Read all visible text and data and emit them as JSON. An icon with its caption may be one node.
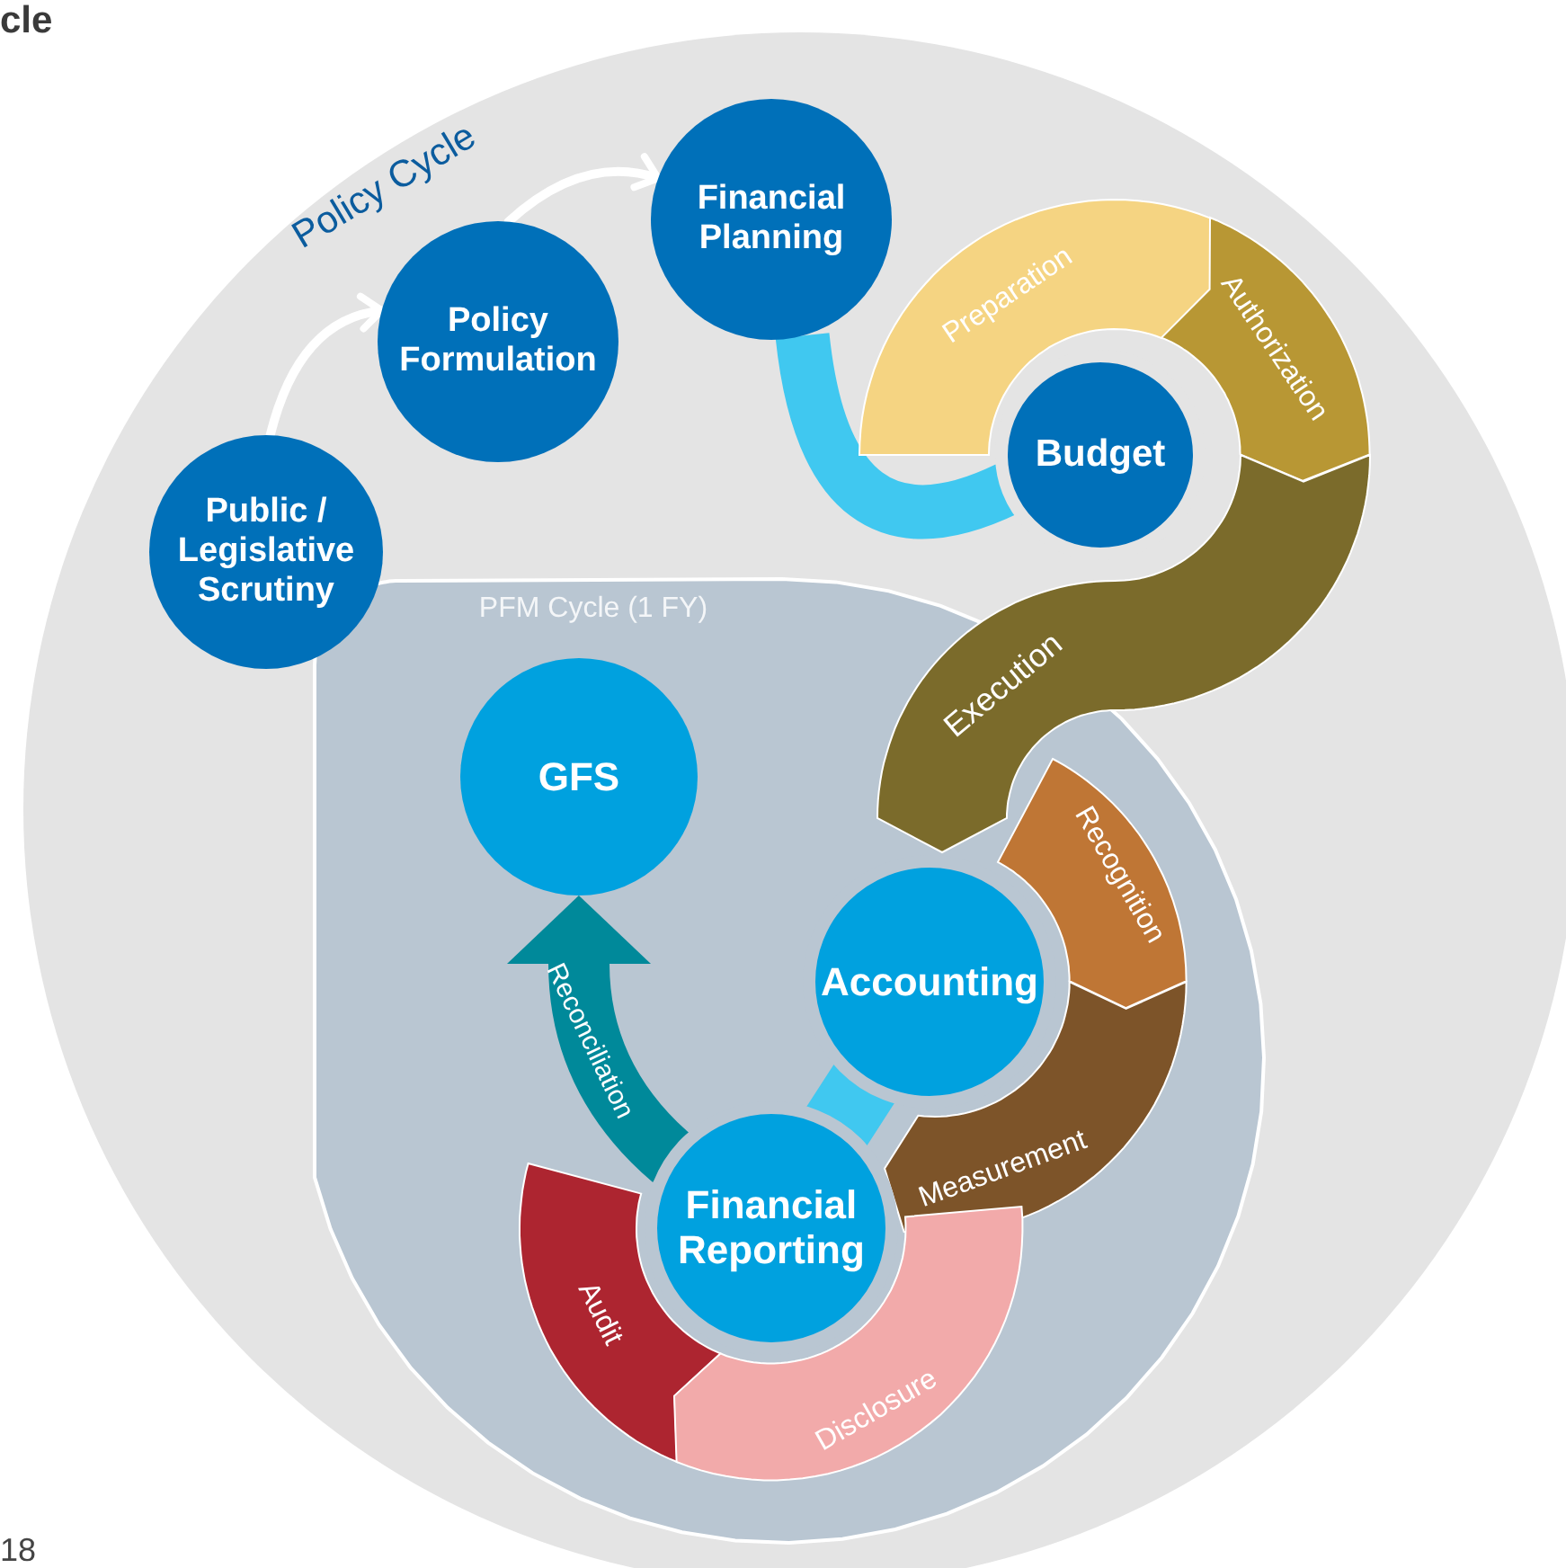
{
  "diagram": {
    "title": "cle",
    "nodes": [
      {
        "text": [
          "Policy Cycle"
        ]
      },
      {
        "text": [
          "PFM Cycle (1 FY)"
        ],
        "in": 0
      },
      {
        "text": [
          "Public / Legislative Scrutiny"
        ],
        "in": 0
      },
      {
        "text": [
          "Policy Formulation"
        ],
        "in": 0
      },
      {
        "text": [
          "Financial Planning"
        ],
        "in": 0
      },
      {
        "text": [
          "Budget"
        ],
        "in": 0
      },
      {
        "text": [
          "Preparation"
        ],
        "in": 0
      },
      {
        "text": [
          "Authorization"
        ],
        "in": 0
      },
      {
        "text": [
          "Execution"
        ],
        "in": 0
      },
      {
        "text": [
          "GFS"
        ],
        "in": 1
      },
      {
        "text": [
          "Accounting"
        ],
        "in": 1
      },
      {
        "text": [
          "Recognition"
        ],
        "in": 1
      },
      {
        "text": [
          "Measurement"
        ],
        "in": 1
      },
      {
        "text": [
          "Financial Reporting"
        ],
        "in": 1
      },
      {
        "text": [
          "Audit"
        ],
        "in": 1
      },
      {
        "text": [
          "Disclosure"
        ],
        "in": 1
      }
    ],
    "edges": [
      {
        "from": 2,
        "to": 3,
        "arrow": "to",
        "color": "#ffffff"
      },
      {
        "from": 3,
        "to": 4,
        "arrow": "to",
        "color": "#ffffff"
      },
      {
        "from": 4,
        "to": 5,
        "arrow": "none",
        "color": "#40c8f0"
      },
      {
        "from": 10,
        "to": 13,
        "arrow": "none",
        "color": "#40c8f0"
      },
      {
        "from": 13,
        "to": 9,
        "arrow": "to",
        "label": "Reconciliation",
        "color": "#00899a"
      }
    ],
    "labels": [
      "18"
    ]
  }
}
